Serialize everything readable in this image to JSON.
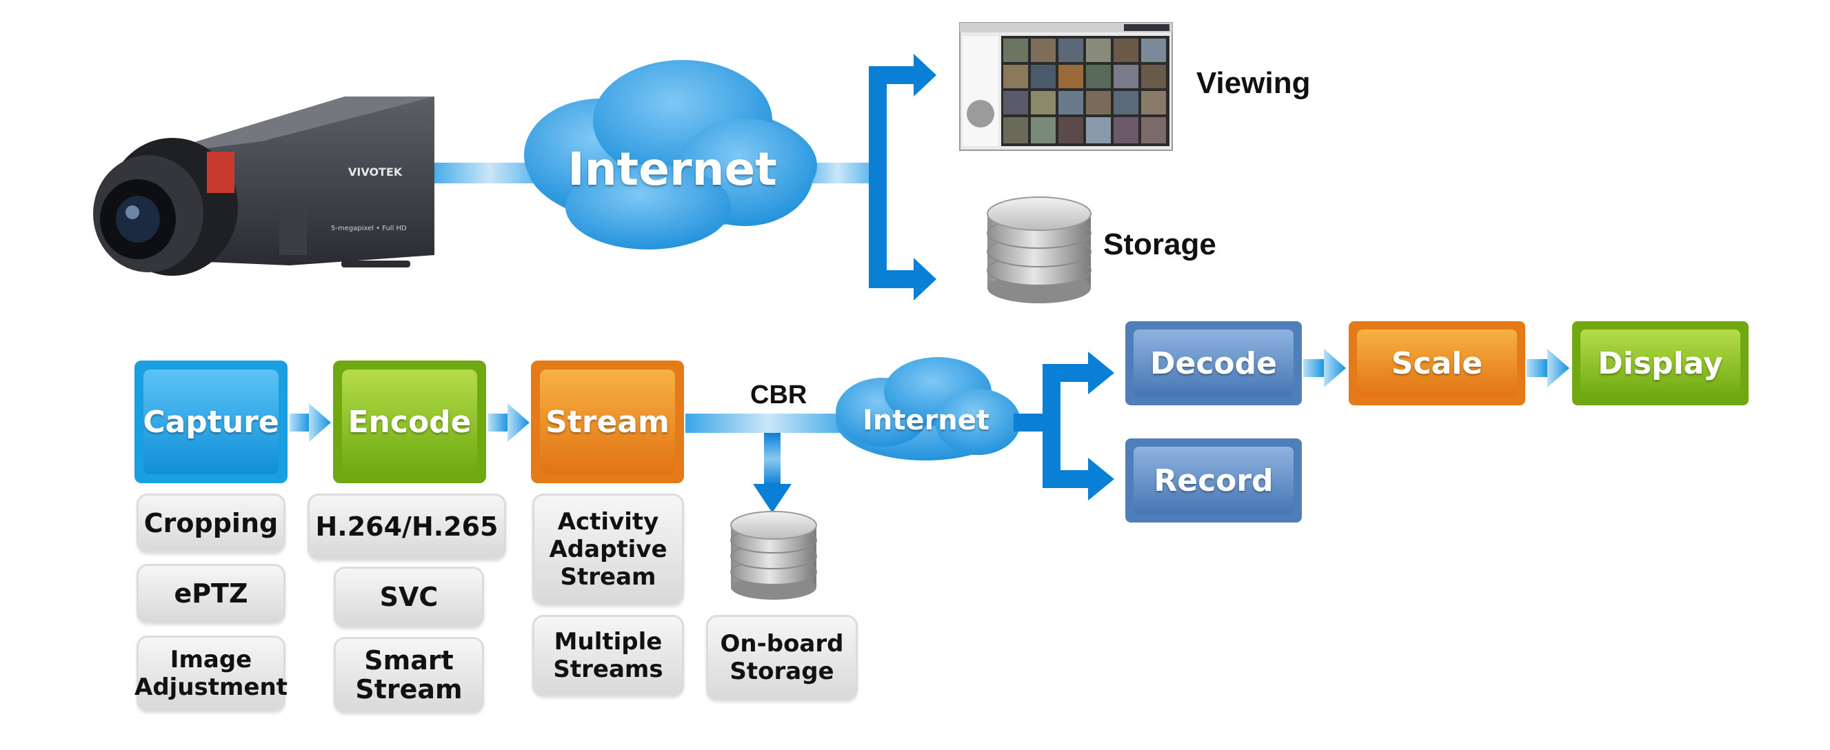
{
  "top": {
    "internet": "Internet",
    "viewing": "Viewing",
    "storage": "Storage",
    "camera_brand": "VIVOTEK",
    "camera_model": "5-megapixel • Full HD"
  },
  "pipeline": {
    "capture": "Capture",
    "encode": "Encode",
    "stream": "Stream",
    "cbr": "CBR",
    "internet": "Internet",
    "decode": "Decode",
    "scale": "Scale",
    "display": "Display",
    "record": "Record",
    "onboard_storage": "On-board\nStorage"
  },
  "features": {
    "capture": [
      "Cropping",
      "ePTZ",
      "Image\nAdjustment"
    ],
    "encode": [
      "H.264/H.265",
      "SVC",
      "Smart\nStream"
    ],
    "stream": [
      "Activity\nAdaptive\nStream",
      "Multiple\nStreams"
    ]
  },
  "colors": {
    "blue": "#1a9fe0",
    "green": "#8cc21e",
    "orange": "#ee8a22",
    "steel": "#5a87c0",
    "arrow": "#0a7fd6"
  }
}
